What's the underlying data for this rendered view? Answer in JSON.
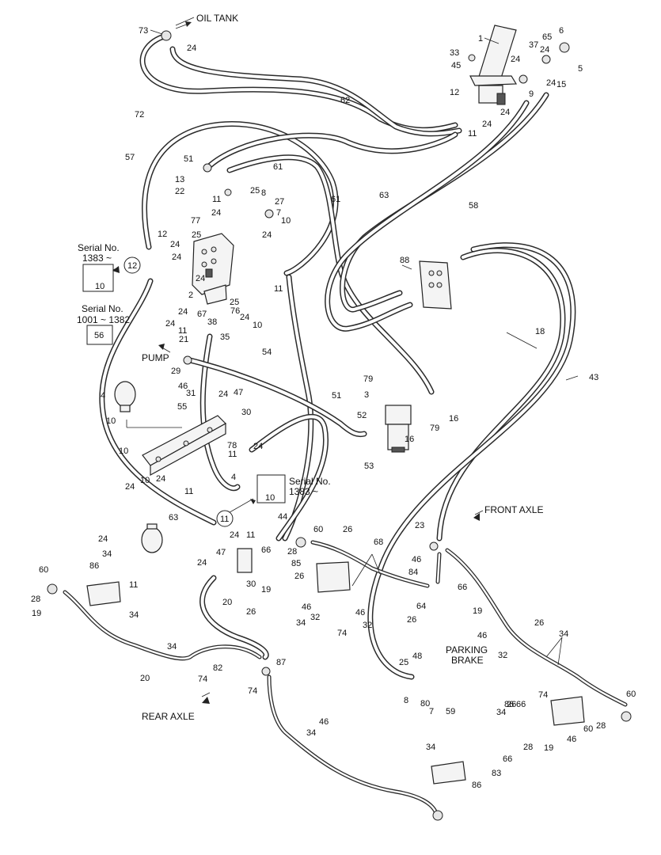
{
  "labels": {
    "oil_tank": "OIL TANK",
    "pump": "PUMP",
    "front_axle": "FRONT AXLE",
    "rear_axle": "REAR AXLE",
    "parking_brake_1": "PARKING",
    "parking_brake_2": "BRAKE",
    "serial_a_1": "Serial No.",
    "serial_a_2": "1383 ~",
    "serial_b_1": "Serial No.",
    "serial_b_2": "1001 ~ 1382",
    "serial_c_1": "Serial No.",
    "serial_c_2": "1383 ~"
  },
  "callouts": {
    "c12_circle": "12",
    "c11_circle": "11",
    "box_a": "10",
    "box_b": "56",
    "box_c": "10"
  },
  "part_numbers": [
    "73",
    "24",
    "1",
    "6",
    "33",
    "37",
    "65",
    "45",
    "24",
    "5",
    "24",
    "15",
    "24",
    "12",
    "9",
    "72",
    "62",
    "24",
    "24",
    "11",
    "51",
    "57",
    "13",
    "22",
    "61",
    "11",
    "25",
    "8",
    "27",
    "7",
    "77",
    "24",
    "10",
    "25",
    "24",
    "12",
    "24",
    "24",
    "24",
    "11",
    "63",
    "58",
    "61",
    "2",
    "25",
    "76",
    "24",
    "67",
    "38",
    "24",
    "10",
    "35",
    "24",
    "11",
    "88",
    "21",
    "54",
    "18",
    "29",
    "46",
    "31",
    "4",
    "55",
    "24",
    "10",
    "47",
    "30",
    "24",
    "78",
    "79",
    "3",
    "52",
    "51",
    "16",
    "79",
    "16",
    "53",
    "43",
    "10",
    "24",
    "10",
    "24",
    "11",
    "11",
    "4",
    "24",
    "63",
    "44",
    "24",
    "11",
    "66",
    "60",
    "28",
    "85",
    "26",
    "68",
    "23",
    "46",
    "34",
    "86",
    "11",
    "24",
    "47",
    "30",
    "19",
    "26",
    "84",
    "66",
    "60",
    "28",
    "19",
    "34",
    "46",
    "32",
    "34",
    "46",
    "32",
    "74",
    "26",
    "64",
    "20",
    "26",
    "34",
    "74",
    "82",
    "20",
    "48",
    "25",
    "8",
    "80",
    "7",
    "59",
    "87",
    "74",
    "46",
    "34",
    "32",
    "26",
    "74",
    "34",
    "26",
    "19",
    "46",
    "34",
    "86",
    "66",
    "60",
    "28",
    "19",
    "46",
    "34",
    "86",
    "83",
    "66",
    "60",
    "28"
  ]
}
